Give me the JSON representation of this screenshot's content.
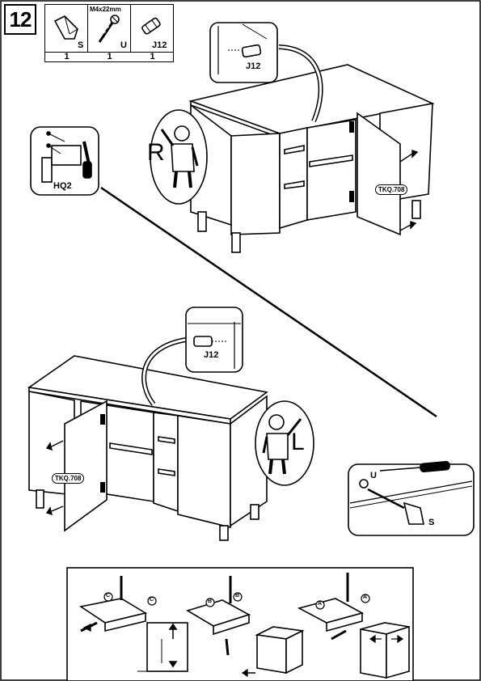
{
  "step_number": "12",
  "parts": [
    {
      "icon": "knob-icon",
      "code": "S",
      "quantity": "1"
    },
    {
      "icon": "screw-icon",
      "code": "U",
      "quantity": "1",
      "spec": "M4x22mm"
    },
    {
      "icon": "dowel-icon",
      "code": "J12",
      "quantity": "1"
    }
  ],
  "top_view": {
    "callout_label": "J12",
    "side_letter": "R",
    "tag": "TKQ.708"
  },
  "hinge_callout": {
    "label": "HQ2"
  },
  "bottom_view": {
    "callout_label": "J12",
    "side_letter": "L",
    "tag": "TKQ.708"
  },
  "knob_callout": {
    "screw_code": "U",
    "knob_code": "S"
  },
  "adjustment_panel": {
    "steps": [
      {
        "marker": "C"
      },
      {
        "marker": "B"
      },
      {
        "marker": "A"
      }
    ]
  }
}
